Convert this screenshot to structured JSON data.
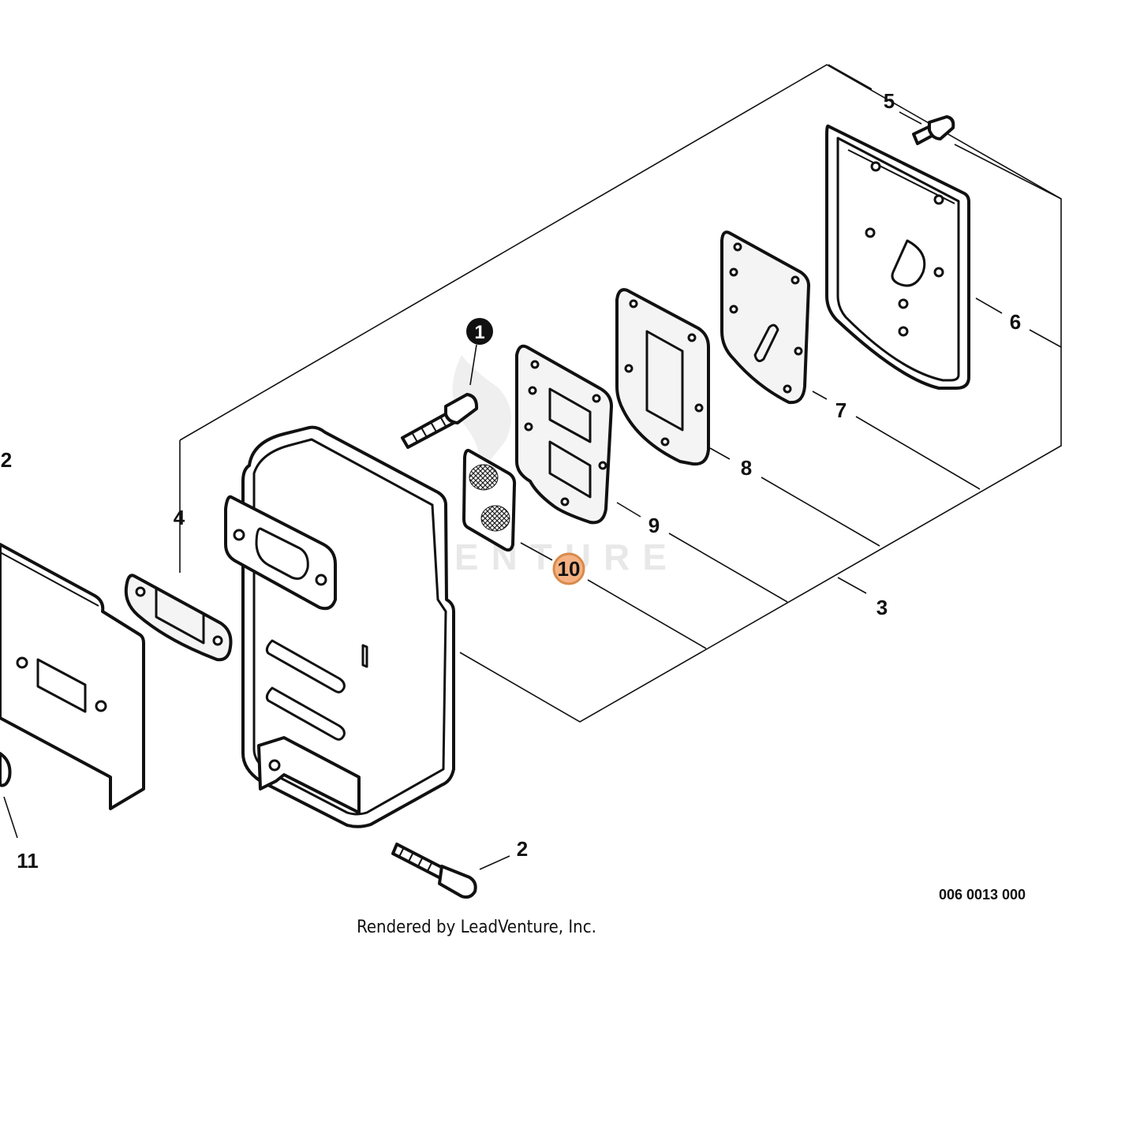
{
  "callouts": {
    "c1": "1",
    "c2a": "2",
    "c2b": "2",
    "c3": "3",
    "c4": "4",
    "c5": "5",
    "c6": "6",
    "c7": "7",
    "c8": "8",
    "c9": "9",
    "c10": "10",
    "c11": "11"
  },
  "drawing_number": "006 0013 000",
  "credit": "Rendered by LeadVenture, Inc.",
  "watermark": "LEADVENTURE",
  "highlight": {
    "callout": "10",
    "color": "#f4b183"
  }
}
